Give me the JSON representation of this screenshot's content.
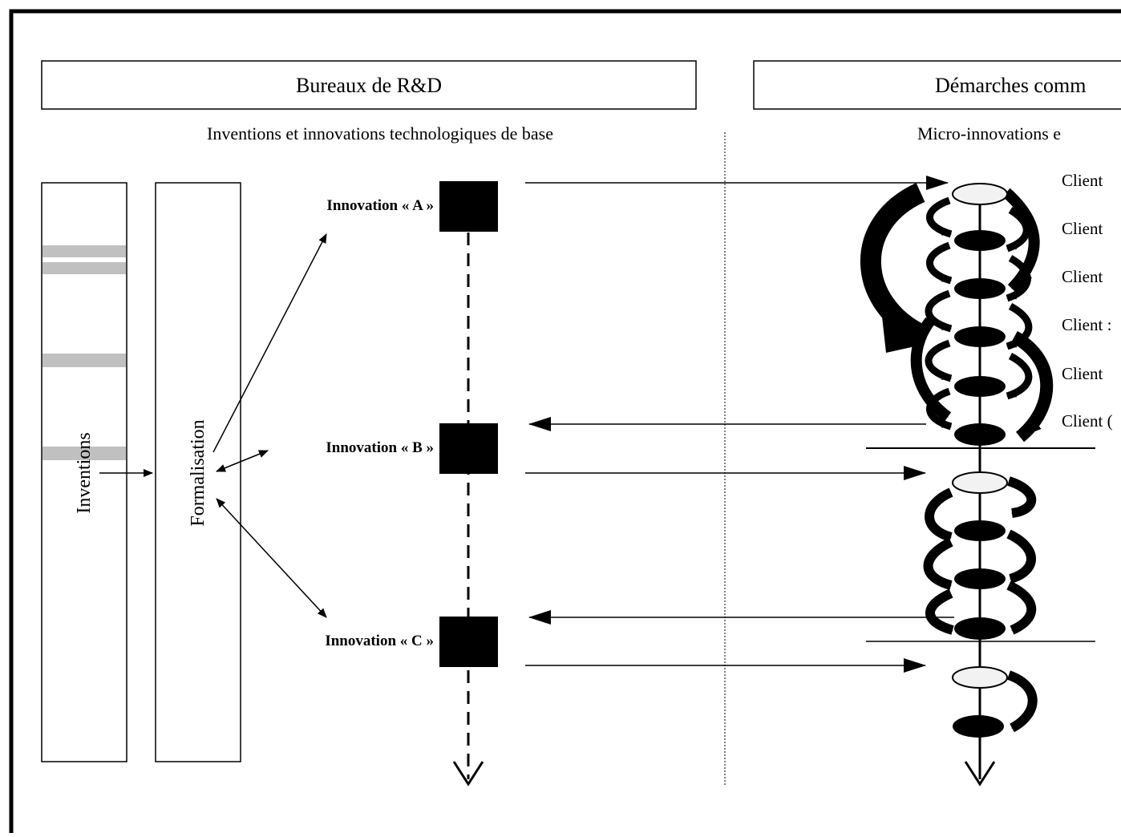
{
  "left_header": "Bureaux de R&D",
  "left_subtitle": "Inventions et innovations technologiques de base",
  "right_header": "Démarches comm",
  "right_subtitle": "Micro-innovations e",
  "inventions_label": "Inventions",
  "formalisation_label": "Formalisation",
  "innovations": [
    {
      "label": "Innovation « A »"
    },
    {
      "label": "Innovation « B »"
    },
    {
      "label": "Innovation « C »"
    }
  ],
  "clients": [
    {
      "label": "Client"
    },
    {
      "label": "Client"
    },
    {
      "label": "Client"
    },
    {
      "label": "Client :"
    },
    {
      "label": "Client"
    },
    {
      "label": "Client ("
    }
  ],
  "colors": {
    "ink": "#000000",
    "gray_band": "#c0c0c0",
    "light_node": "#f2f2f2"
  }
}
